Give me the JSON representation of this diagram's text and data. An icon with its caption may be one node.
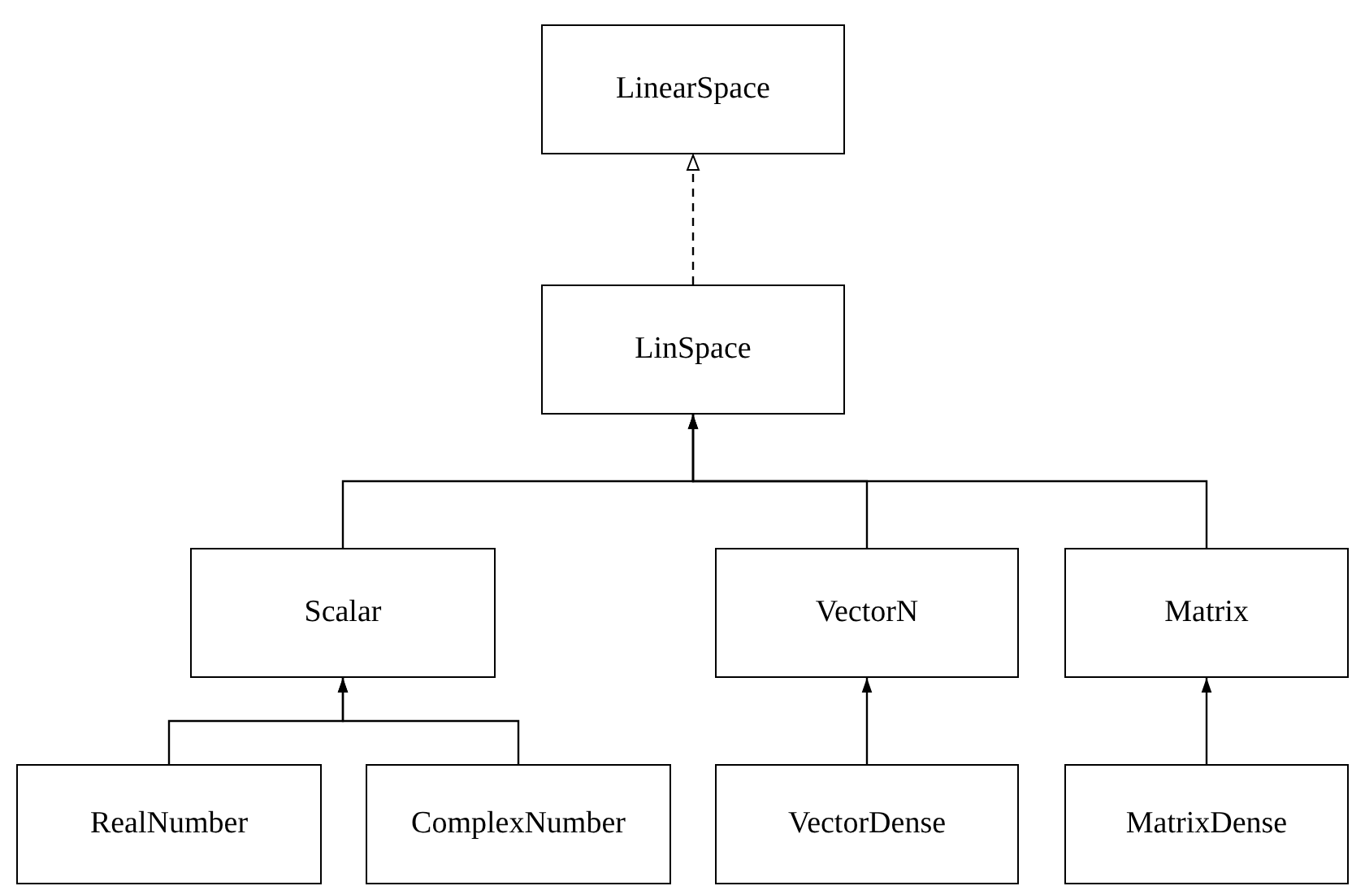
{
  "diagram": {
    "nodes": [
      {
        "text": [
          "LinearSpace"
        ]
      },
      {
        "text": [
          "LinSpace"
        ]
      },
      {
        "text": [
          "Scalar"
        ]
      },
      {
        "text": [
          "VectorN"
        ]
      },
      {
        "text": [
          "Matrix"
        ]
      },
      {
        "text": [
          "RealNumber"
        ]
      },
      {
        "text": [
          "ComplexNumber"
        ]
      },
      {
        "text": [
          "VectorDense"
        ]
      },
      {
        "text": [
          "MatrixDense"
        ]
      }
    ],
    "edges": [
      {
        "from": 1,
        "to": 0,
        "arrow": "to",
        "style": "dashed"
      },
      {
        "from": 2,
        "to": 1,
        "arrow": "to"
      },
      {
        "from": 3,
        "to": 1,
        "arrow": "to"
      },
      {
        "from": 4,
        "to": 1,
        "arrow": "to"
      },
      {
        "from": 5,
        "to": 2,
        "arrow": "to"
      },
      {
        "from": 6,
        "to": 2,
        "arrow": "to"
      },
      {
        "from": 7,
        "to": 3,
        "arrow": "to"
      },
      {
        "from": 8,
        "to": 4,
        "arrow": "to"
      }
    ]
  }
}
